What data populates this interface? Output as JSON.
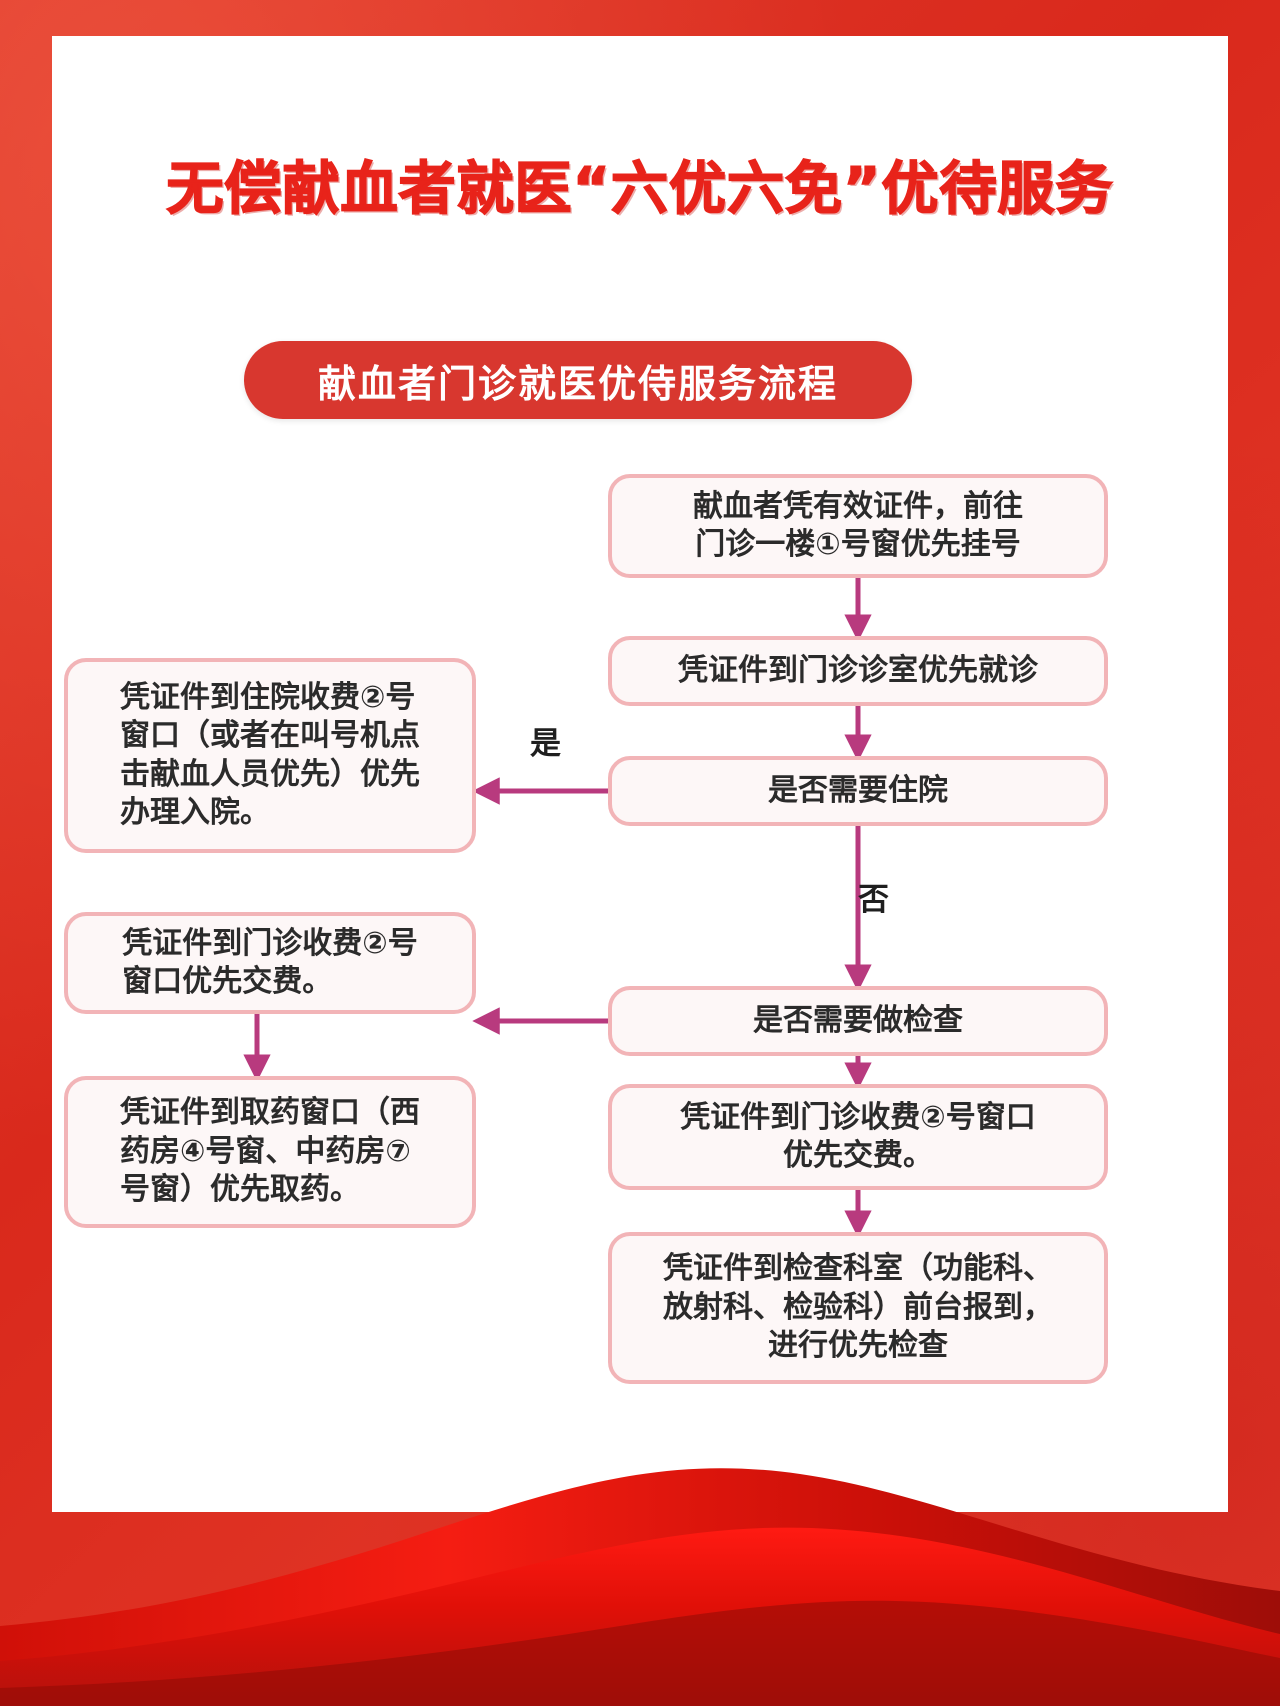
{
  "poster": {
    "title": "无偿献血者就医“六优六免”优待服务",
    "subtitle": "献血者门诊就医优侍服务流程",
    "colors": {
      "background_red": "#d9291c",
      "title_red": "#e8231a",
      "pill_red": "#d8372f",
      "node_border_pink": "#f2b4b7",
      "node_fill": "#fdf7f7",
      "arrow_magenta": "#b83a7e",
      "connector_pink": "#f2b4b7",
      "text_dark": "#2b2b2b"
    }
  },
  "flow": {
    "nodes": {
      "register": "献血者凭有效证件，前往\n门诊一楼①号窗优先挂号",
      "clinic": "凭证件到门诊诊室优先就诊",
      "decision_admission": "是否需要住院",
      "admission": "凭证件到住院收费②号\n窗口（或者在叫号机点\n击献血人员优先）优先\n办理入院。",
      "decision_exam": "是否需要做检查",
      "pay_outpatient_left": "凭证件到门诊收费②号\n窗口优先交费。",
      "pharmacy": "凭证件到取药窗口（西\n药房④号窗、中药房⑦\n号窗）优先取药。",
      "pay_outpatient_right": "凭证件到门诊收费②号窗口\n优先交费。",
      "exam": "凭证件到检查科室（功能科、\n放射科、检验科）前台报到，\n进行优先检查"
    },
    "edge_labels": {
      "yes": "是",
      "no": "否"
    }
  }
}
